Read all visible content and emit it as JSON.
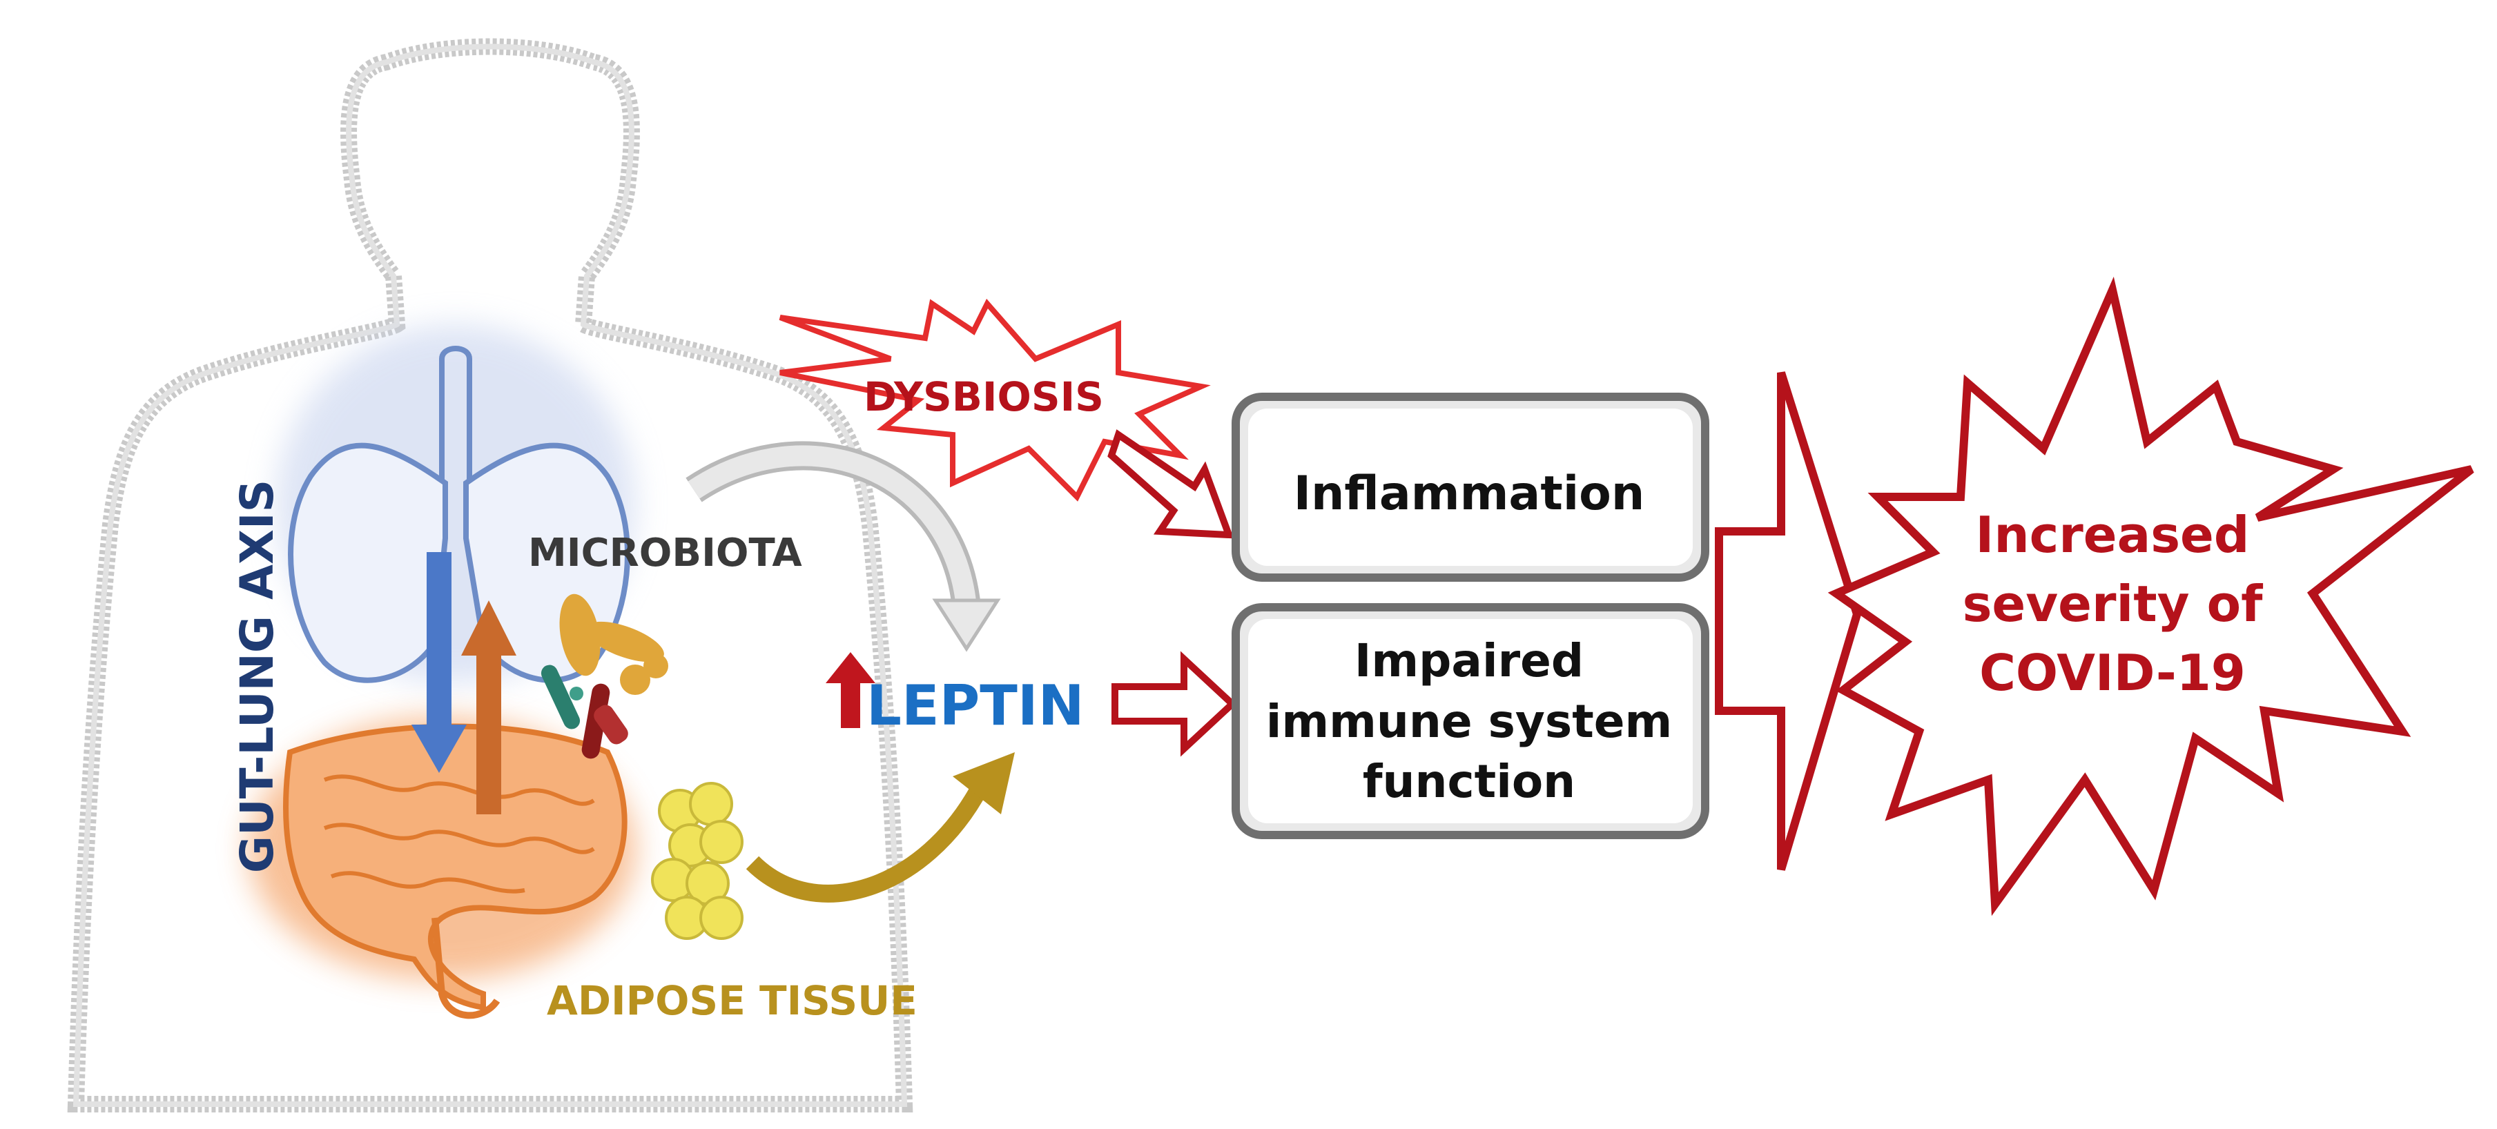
{
  "labels": {
    "gut_lung_axis": "GUT-LUNG AXIS",
    "microbiota": "MICROBIOTA",
    "adipose_tissue": "ADIPOSE TISSUE",
    "leptin": "LEPTIN",
    "dysbiosis": "DYSBIOSIS"
  },
  "boxes": {
    "inflammation": "Inflammation",
    "impaired_line1": "Impaired",
    "impaired_line2": "immune system",
    "impaired_line3": "function"
  },
  "outcome": {
    "line1": "Increased",
    "line2": "severity of",
    "line3": "COVID-19"
  },
  "colors": {
    "dark_red": "#b5121b",
    "red": "#e52d2d",
    "navy": "#1f3b73",
    "leptin_blue": "#1b6fc4",
    "gold": "#b8911e",
    "orange": "#f08a3c",
    "lung_blue": "#6d8cc7"
  }
}
